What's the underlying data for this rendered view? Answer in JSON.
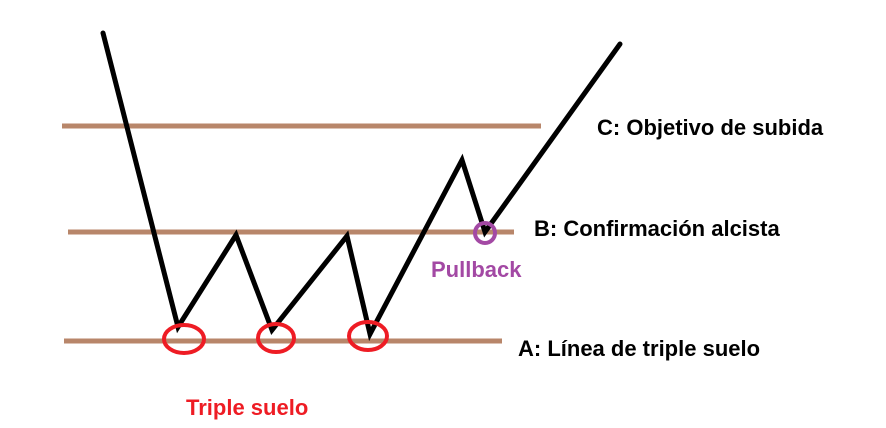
{
  "colors": {
    "background": "#ffffff",
    "levels": "#b8866a",
    "price": "#000000",
    "bottoms": "#ee1c24",
    "pullback": "#a349a4",
    "labels": "#000000"
  },
  "levels": {
    "c": "C: Objetivo de subida",
    "b": "B: Confirmación alcista",
    "a": "A: Línea de triple suelo"
  },
  "annotations": {
    "pullback": "Pullback",
    "triple_suelo": "Triple suelo"
  }
}
